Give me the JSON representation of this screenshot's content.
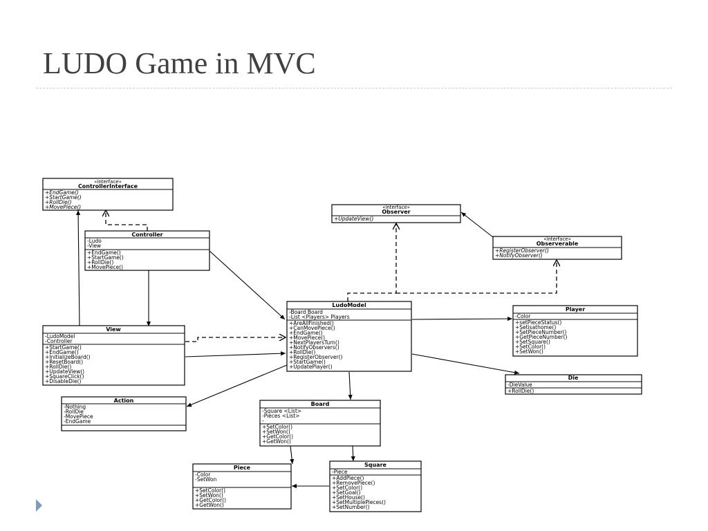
{
  "slide": {
    "title": "LUDO Game in MVC"
  },
  "diagram": {
    "classes": {
      "controller_interface": {
        "stereotype": "«interface»",
        "name": "ControllerInterface",
        "methods": [
          "+EndGame()",
          "+StartGame()",
          "+RollDie()",
          "+MovePiece()"
        ]
      },
      "controller": {
        "name": "Controller",
        "attributes": [
          "-Ludo",
          "-View"
        ],
        "methods": [
          "+EndGame()",
          "+StartGame()",
          "+RollDie()",
          "+MovePiece()"
        ]
      },
      "observer": {
        "stereotype": "«interface»",
        "name": "Observer",
        "methods": [
          "+UpdateView()"
        ]
      },
      "observerable": {
        "stereotype": "«interface»",
        "name": "Observerable",
        "methods": [
          "+RegisterObserver()",
          "+NotifyObserver()"
        ]
      },
      "view": {
        "name": "View",
        "attributes": [
          "-LudoModel",
          "-Controller"
        ],
        "methods": [
          "+StartGame()",
          "+EndGame()",
          "+InitializeBoard()",
          "+ResetBoard()",
          "+RollDie()",
          "+UpdateView()",
          "+SquareClick()",
          "+DisableDie()"
        ]
      },
      "ludo_model": {
        "name": "LudoModel",
        "attributes": [
          "-Board Board",
          "-List <Players> Players"
        ],
        "methods": [
          "+AreAllFinished()",
          "+CanMovePiece()",
          "+EndGame()",
          "+MovePiece()",
          "+NextPlayersTurn()",
          "+NotifyObservers()",
          "+RollDie()",
          "+RegisterObserver()",
          "+StartGame()",
          "+UpdatePlayer()"
        ]
      },
      "player": {
        "name": "Player",
        "attributes": [
          "-Color"
        ],
        "methods": [
          "+setPieceStatus()",
          "+Setisathome()",
          "+SetPieceNumber()",
          "+GetPieceNumber()",
          "+SetSquare()",
          "+SetColor()",
          "+SetWon()"
        ]
      },
      "die": {
        "name": "Die",
        "attributes": [
          "-DieValue"
        ],
        "methods": [
          "+RollDie()"
        ]
      },
      "action": {
        "name": "Action",
        "attributes": [
          "-Nothing",
          "-RollDie",
          "-MovePiece",
          "-EndGame"
        ]
      },
      "board": {
        "name": "Board",
        "attributes": [
          "-Square <List>",
          "-Pieces <List>",
          "-"
        ],
        "methods": [
          "+SetColor()",
          "+SetWon()",
          "+GetColor()",
          "+GetWon()"
        ]
      },
      "piece": {
        "name": "Piece",
        "attributes": [
          "-Color",
          "-SetWon"
        ],
        "methods": [
          "+SetColor()",
          "+SetWon()",
          "+GetColor()",
          "+GetWon()"
        ]
      },
      "square": {
        "name": "Square",
        "attributes": [
          "-Piece"
        ],
        "methods": [
          "+AddPiece()",
          "+RemovePiece()",
          "+SetColor()",
          "+SetGoal()",
          "+SetHouse()",
          "+SetMultiplePieces()",
          "+SetNumber()"
        ]
      }
    }
  }
}
